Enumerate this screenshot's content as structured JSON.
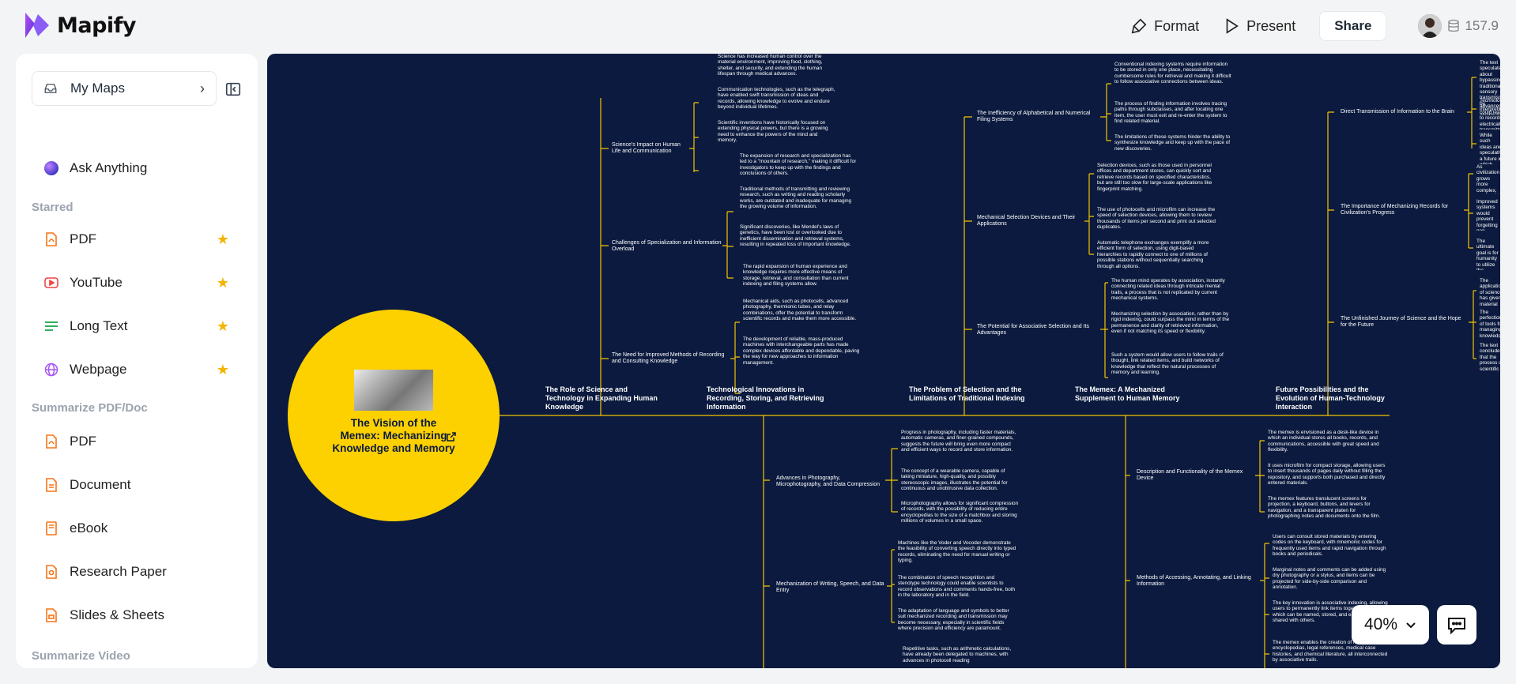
{
  "app": {
    "name": "Mapify"
  },
  "toolbar": {
    "format_label": "Format",
    "present_label": "Present",
    "share_label": "Share",
    "credits": "157.9"
  },
  "sidebar": {
    "my_maps_label": "My Maps",
    "ask_label": "Ask Anything",
    "starred_header": "Starred",
    "starred": [
      {
        "label": "PDF",
        "icon": "pdf-icon"
      },
      {
        "label": "YouTube",
        "icon": "youtube-icon"
      },
      {
        "label": "Long Text",
        "icon": "long-text-icon"
      },
      {
        "label": "Webpage",
        "icon": "globe-icon"
      }
    ],
    "summarize_doc_header": "Summarize PDF/Doc",
    "docs": [
      {
        "label": "PDF",
        "icon": "pdf-icon"
      },
      {
        "label": "Document",
        "icon": "document-icon"
      },
      {
        "label": "eBook",
        "icon": "ebook-icon"
      },
      {
        "label": "Research Paper",
        "icon": "research-paper-icon"
      },
      {
        "label": "Slides & Sheets",
        "icon": "slides-icon"
      }
    ],
    "summarize_video_header": "Summarize Video"
  },
  "map": {
    "root_title": "The Vision of the Memex: Mechanizing Knowledge and Memory",
    "branches": [
      "The Role of Science and Technology in Expanding Human Knowledge",
      "Technological Innovations in Recording, Storing, and Retrieving Information",
      "The Problem of Selection and the Limitations of Traditional Indexing",
      "The Memex: A Mechanized Supplement to Human Memory",
      "Future Possibilities and the Evolution of Human-Technology Interaction"
    ],
    "subtopics": {
      "b1": [
        "Science's Impact on Human Life and Communication",
        "Challenges of Specialization and Information Overload",
        "The Need for Improved Methods of Recording and Consulting Knowledge"
      ],
      "b2": [
        "Advances in Photography, Microphotography, and Data Compression",
        "Mechanization of Writing, Speech, and Data Entry"
      ],
      "b3": [
        "The Inefficiency of Alphabetical and Numerical Filing Systems",
        "Mechanical Selection Devices and Their Applications",
        "The Potential for Associative Selection and Its Advantages"
      ],
      "b4": [
        "Description and Functionality of the Memex Device",
        "Methods of Accessing, Annotating, and Linking Information"
      ],
      "b5": [
        "Direct Transmission of Information to the Brain",
        "The Importance of Mechanizing Records for Civilization's Progress",
        "The Unfinished Journey of Science and the Hope for the Future"
      ]
    },
    "leaves": {
      "s1": [
        "Science has increased human control over the material environment, improving food, clothing, shelter, and security, and extending the human lifespan through medical advances.",
        "Communication technologies, such as the telegraph, have enabled swift transmission of ideas and records, allowing knowledge to evolve and endure beyond individual lifetimes.",
        "Scientific inventions have historically focused on extending physical powers, but there is a growing need to enhance the powers of the mind and memory."
      ],
      "s2": [
        "The expansion of research and specialization has led to a \"mountain of research,\" making it difficult for investigators to keep up with the findings and conclusions of others.",
        "Traditional methods of transmitting and reviewing research, such as writing and reading scholarly works, are outdated and inadequate for managing the growing volume of information.",
        "Significant discoveries, like Mendel's laws of genetics, have been lost or overlooked due to inefficient dissemination and retrieval systems, resulting in repeated loss of important knowledge."
      ],
      "s3": [
        "The rapid expansion of human experience and knowledge requires more effective means of storage, retrieval, and consultation than current indexing and filing systems allow.",
        "Mechanical aids, such as photocells, advanced photography, thermionic tubes, and relay combinations, offer the potential to transform scientific records and make them more accessible.",
        "The development of reliable, mass-produced machines with interchangeable parts has made complex devices affordable and dependable, paving the way for new approaches to information management."
      ],
      "s4": [
        "Conventional indexing systems require information to be stored in only one place, necessitating cumbersome rules for retrieval and making it difficult to follow associative connections between ideas.",
        "The process of finding information involves tracing paths through subclasses, and after locating one item, the user must exit and re-enter the system to find related material.",
        "The limitations of these systems hinder the ability to synthesize knowledge and keep up with the pace of new discoveries."
      ],
      "s5": [
        "Selection devices, such as those used in personnel offices and department stores, can quickly sort and retrieve records based on specified characteristics, but are still too slow for large-scale applications like fingerprint matching.",
        "The use of photocells and microfilm can increase the speed of selection devices, allowing them to review thousands of items per second and print out selected duplicates.",
        "Automatic telephone exchanges exemplify a more efficient form of selection, using digit-based hierarchies to rapidly connect to one of millions of possible stations without sequentially searching through all options."
      ],
      "s6": [
        "The human mind operates by association, instantly connecting related ideas through intricate mental trails, a process that is not replicated by current mechanical systems.",
        "Mechanizing selection by association, rather than by rigid indexing, could surpass the mind in terms of the permanence and clarity of retrieved information, even if not matching its speed or flexibility.",
        "Such a system would allow users to follow trails of thought, link related items, and build networks of knowledge that reflect the natural processes of memory and learning."
      ],
      "s7": [
        "Progress in photography, including faster materials, automatic cameras, and finer-grained compounds, suggests the future will bring even more compact and efficient ways to record and store information.",
        "The concept of a wearable camera, capable of taking miniature, high-quality, and possibly stereoscopic images, illustrates the potential for continuous and unobtrusive data collection.",
        "Microphotography allows for significant compression of records, with the possibility of reducing entire encyclopedias to the size of a matchbox and storing millions of volumes in a small space."
      ],
      "s8": [
        "Machines like the Voder and Vocoder demonstrate the feasibility of converting speech directly into typed records, eliminating the need for manual writing or typing.",
        "The combination of speech recognition and stenotype technology could enable scientists to record observations and comments hands-free, both in the laboratory and in the field.",
        "The adaptation of language and symbols to better suit mechanized recording and transmission may become necessary, especially in scientific fields where precision and efficiency are paramount.",
        "Repetitive tasks, such as arithmetic calculations, have already been delegated to machines, with advances in photocell reading"
      ],
      "s9": [
        "The memex is envisioned as a desk-like device in which an individual stores all books, records, and communications, accessible with great speed and flexibility.",
        "It uses microfilm for compact storage, allowing users to insert thousands of pages daily without filling the repository, and supports both purchased and directly entered materials.",
        "The memex features translucent screens for projection, a keyboard, buttons, and levers for navigation, and a transparent platen for photographing notes and documents onto the film."
      ],
      "s10": [
        "Users can consult stored materials by entering codes on the keyboard, with mnemonic codes for frequently used items and rapid navigation through books and periodicals.",
        "Marginal notes and comments can be added using dry photography or a stylus, and items can be projected for side-by-side comparison and annotation.",
        "The key innovation is associative indexing, allowing users to permanently link items together into trails, which can be named, stored, and easily revisited or shared with others.",
        "The memex enables the creation of new forms of encyclopedias, legal references, medical case histories, and chemical literature, all interconnected by associative trails."
      ],
      "s11": [
        "The text speculates about bypassing traditional sensory transmission by interpreting electrical signals in the nerve conveying information.",
        "Technological advances could lead to records electrically transmitted, suggesting future methods of conveying information directly to the brain.",
        "While such ideas are speculative, a future in which machines extend human cognition could become increasingly real."
      ],
      "s12": [
        "As civilization grows more complex, mechanizing records becomes essential for individuals from the limitations of memory.",
        "Improved systems would prevent forgetting non-essential details and let intellectual pursuits remain productive, allowing for analysis and synthesis.",
        "The ultimate goal is for humanity to utilize the accumulated record, avoiding the perils of lost knowledge by making knowledge accessible and actionable."
      ],
      "s13": [
        "The application of science has given material abundance and new means for discovery, though dual potential outcomes remain.",
        "The perfection of tools for managing knowledge should allow scientists and thinkers to pursue peaceful progress.",
        "The text concludes that the process of scientific understanding must the importance of humanity in the face of uncertainty."
      ]
    }
  },
  "zoom": {
    "level": "40%"
  },
  "colors": {
    "canvas": "#0b1a3e",
    "root": "#fdd000",
    "connector": "#f5c400",
    "star": "#f4b400",
    "brand": "#7c3aed"
  }
}
